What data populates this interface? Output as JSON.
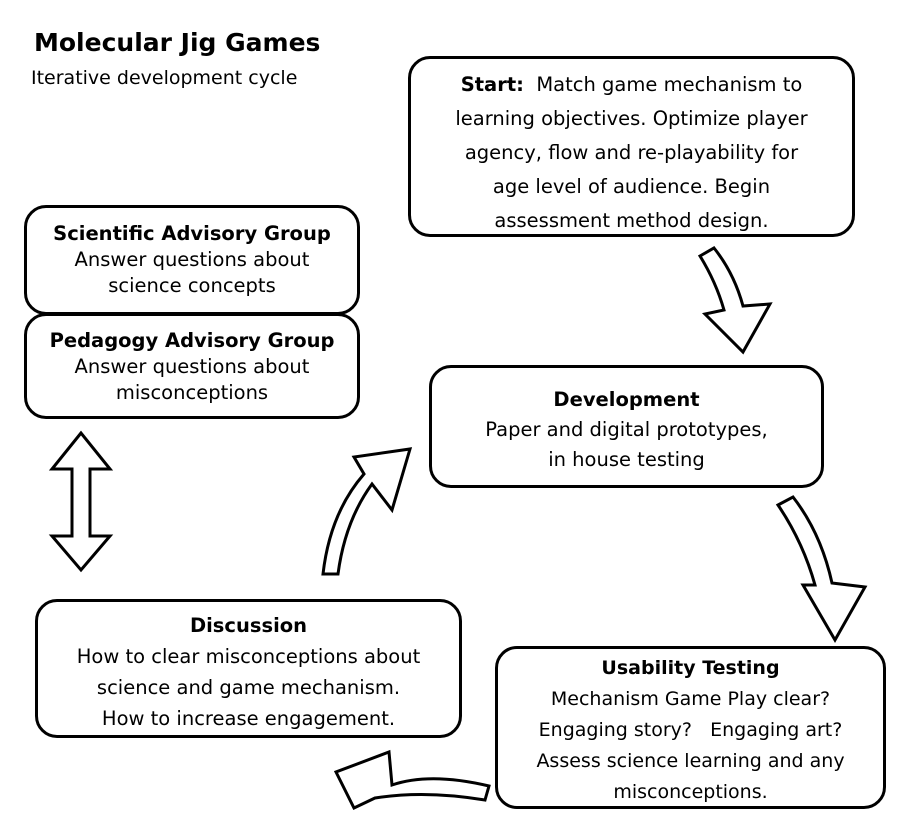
{
  "title": "Molecular Jig Games",
  "subtitle": "Iterative development cycle",
  "start": {
    "heading": "Start:",
    "line1": "Match game mechanism to",
    "line2": "learning objectives. Optimize player",
    "line3": "agency, flow and re-playability for",
    "line4": "age level of audience.  Begin",
    "line5": "assessment method design."
  },
  "scientific": {
    "heading": "Scientific Advisory Group",
    "line1": "Answer questions about",
    "line2": "science concepts"
  },
  "pedagogy": {
    "heading": "Pedagogy Advisory Group",
    "line1": "Answer questions about",
    "line2": "misconceptions"
  },
  "development": {
    "heading": "Development",
    "line1": "Paper and digital prototypes,",
    "line2": "in house testing"
  },
  "discussion": {
    "heading": "Discussion",
    "line1": "How to clear misconceptions about",
    "line2": "science and game mechanism.",
    "line3": "How to increase engagement."
  },
  "usability": {
    "heading": "Usability Testing",
    "line1": "Mechanism Game Play clear?",
    "line2": "Engaging story?   Engaging art?",
    "line3": "Assess science learning and any",
    "line4": "misconceptions."
  }
}
